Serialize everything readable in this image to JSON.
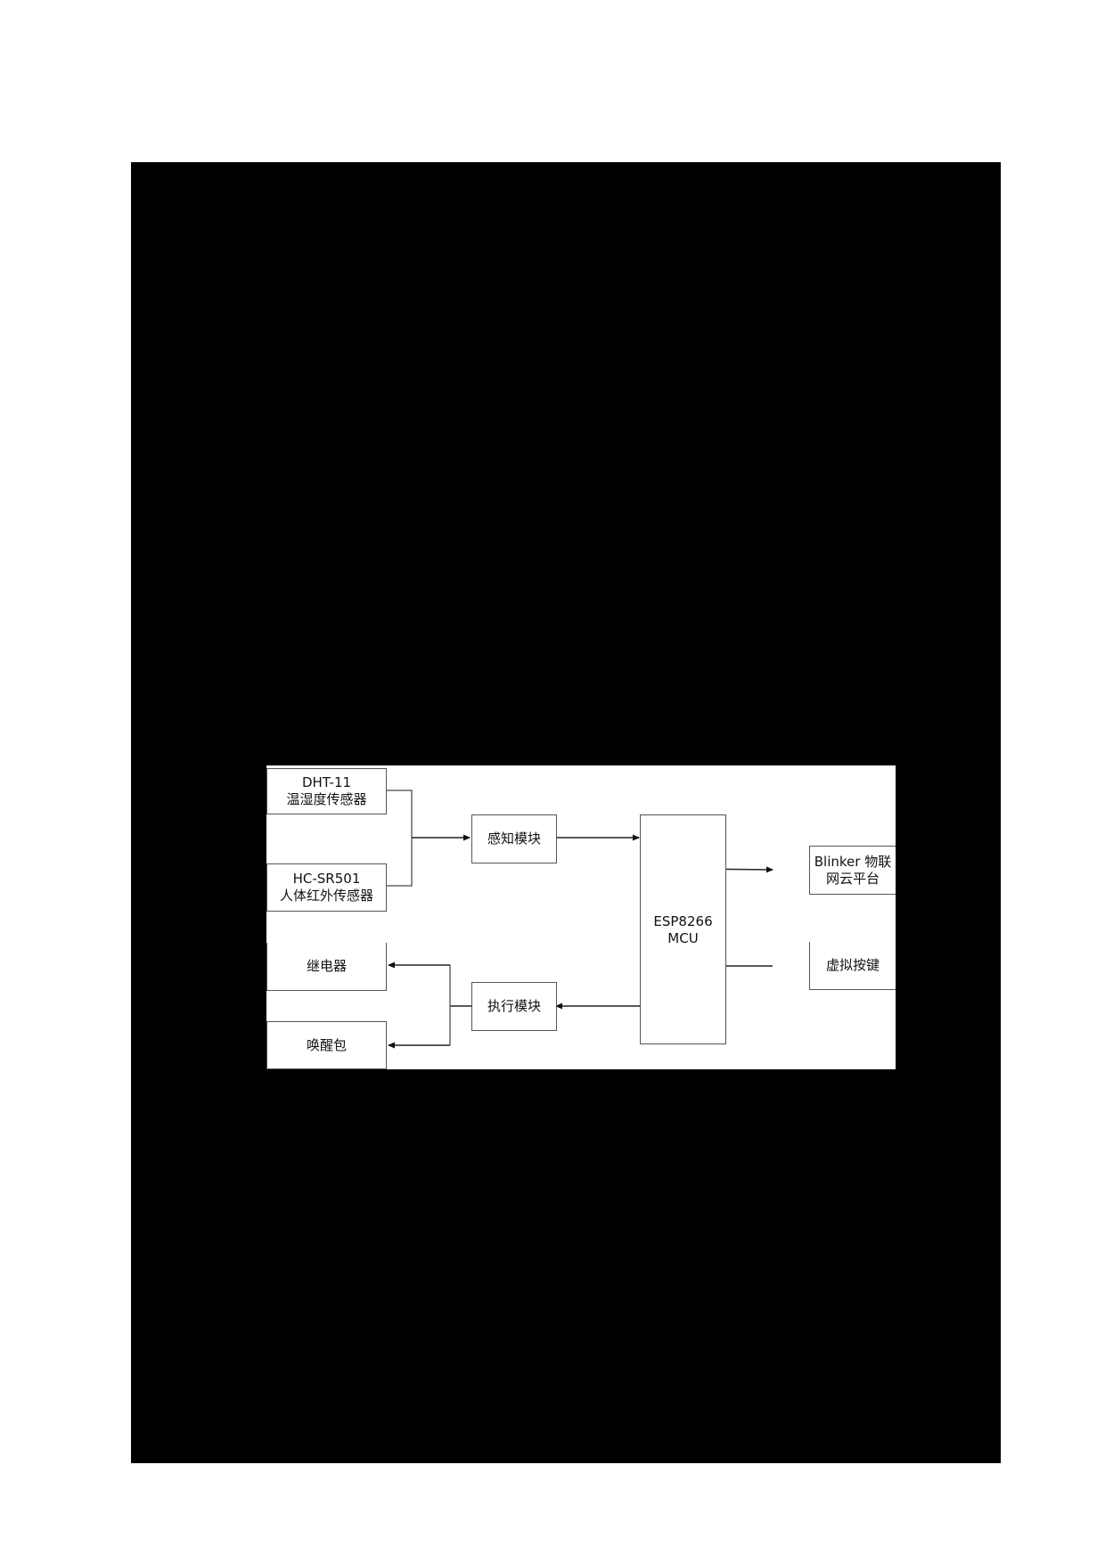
{
  "page": {
    "background": "#ffffff",
    "redacted_region_color": "#000000"
  },
  "diagram": {
    "title": "",
    "nodes": {
      "dht11": {
        "line1": "DHT-11",
        "line2": "温湿度传感器"
      },
      "hcsr501": {
        "line1": "HC-SR501",
        "line2": "人体红外传感器"
      },
      "sensing_module": {
        "label": "感知模块"
      },
      "mcu": {
        "line1": "ESP8266",
        "line2": "MCU"
      },
      "blinker": {
        "line1": "Blinker 物联",
        "line2": "网云平台"
      },
      "virtual_button": {
        "label": "虚拟按键"
      },
      "execution_module": {
        "label": "执行模块"
      },
      "relay": {
        "label": "继电器"
      },
      "wol": {
        "label": "唤醒包"
      }
    },
    "edges": [
      {
        "from": "DHT-11 温湿度传感器",
        "to": "感知模块",
        "type": "merge-arrow"
      },
      {
        "from": "HC-SR501 人体红外传感器",
        "to": "感知模块",
        "type": "merge-arrow"
      },
      {
        "from": "感知模块",
        "to": "ESP8266 MCU",
        "type": "arrow"
      },
      {
        "from": "ESP8266 MCU",
        "to": "Blinker 物联网云平台",
        "type": "bidirectional"
      },
      {
        "from": "虚拟按键",
        "to": "ESP8266 MCU",
        "type": "arrow"
      },
      {
        "from": "ESP8266 MCU",
        "to": "执行模块",
        "type": "arrow"
      },
      {
        "from": "执行模块",
        "to": "继电器",
        "type": "split-arrow"
      },
      {
        "from": "执行模块",
        "to": "唤醒包",
        "type": "split-arrow"
      }
    ],
    "line_color": "#222222",
    "border_color": "#555555"
  }
}
